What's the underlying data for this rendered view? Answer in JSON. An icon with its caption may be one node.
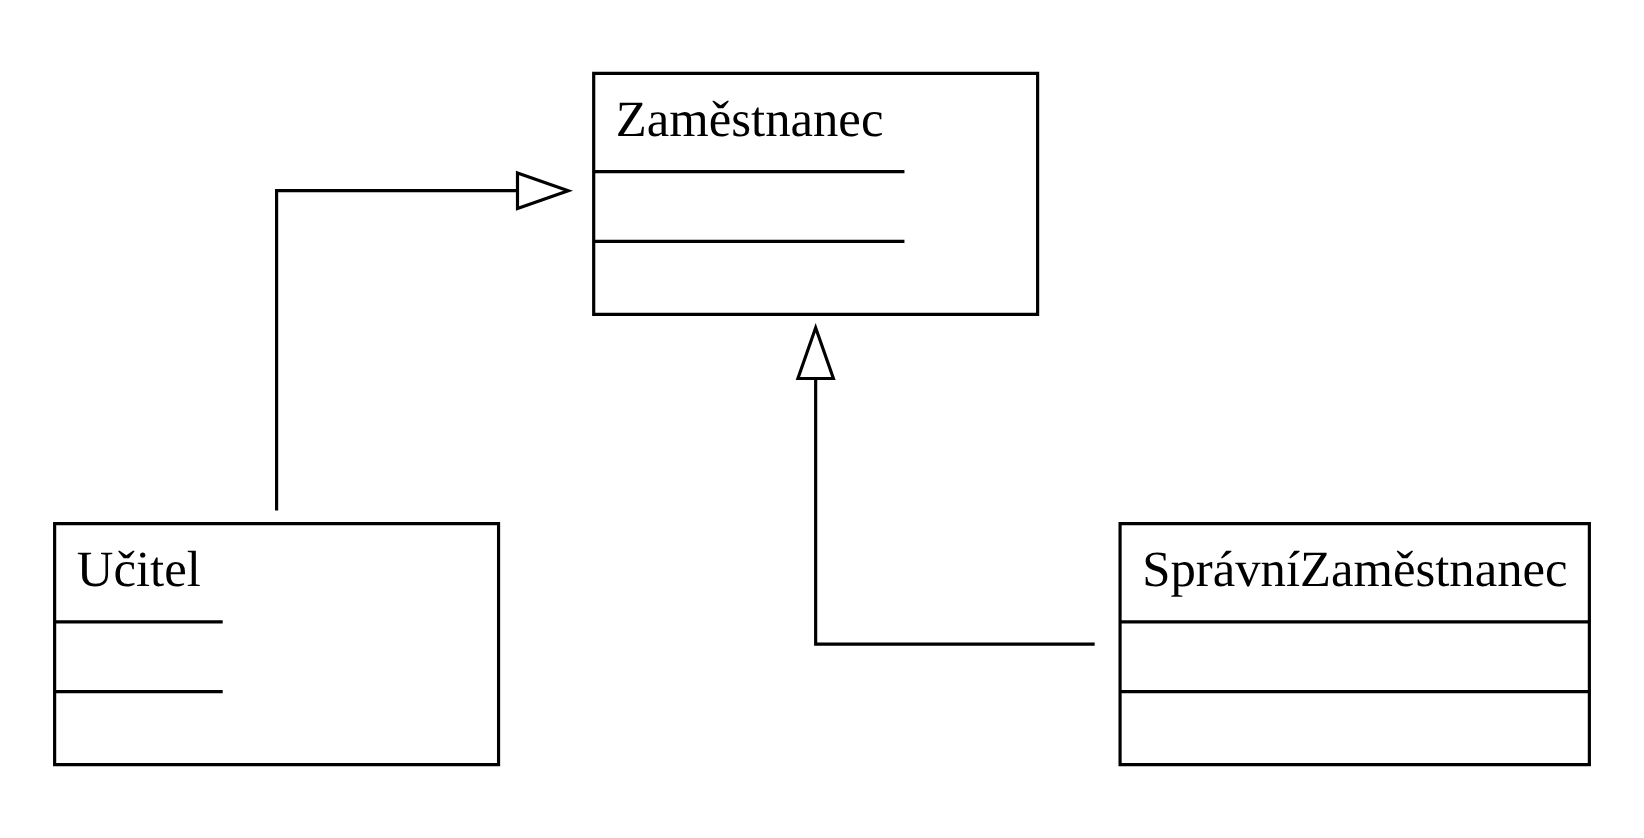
{
  "diagram": {
    "nodes": [
      {
        "text": [
          "Zaměstnanec"
        ]
      },
      {
        "text": [
          "Učitel"
        ]
      },
      {
        "text": [
          "SprávníZaměstnanec"
        ]
      }
    ],
    "edges": [
      {
        "from": 1,
        "to": 0,
        "arrow": "to"
      },
      {
        "from": 2,
        "to": 0,
        "arrow": "to"
      }
    ]
  }
}
